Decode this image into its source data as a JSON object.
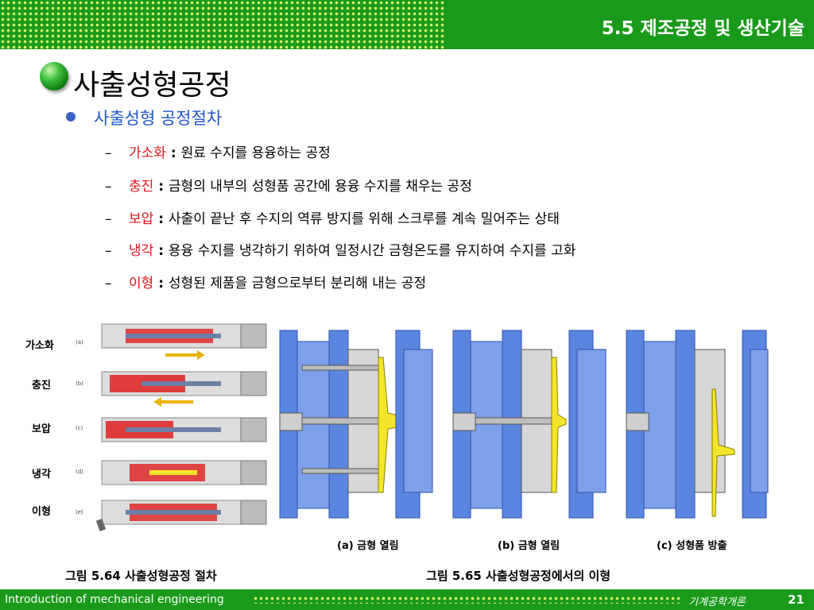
{
  "header": {
    "section_title": "5.5 제조공정 및 생산기술"
  },
  "page_title": "사출성형공정",
  "bullet": {
    "main": "사출성형 공정절차"
  },
  "steps": [
    {
      "term": "가소화",
      "desc": "원료 수지를 용융하는 공정"
    },
    {
      "term": "충진",
      "desc": "금형의 내부의 성형품 공간에 용융 수지를 채우는 공정"
    },
    {
      "term": "보압",
      "desc": "사출이 끝난 후 수지의 역류 방지를 위해 스크루를 계속 밀어주는 상태"
    },
    {
      "term": "냉각",
      "desc": "용융 수지를 냉각하기 위하여 일정시간 금형온도를 유지하여 수지를 고화"
    },
    {
      "term": "이형",
      "desc": "성형된 제품을 금형으로부터 분리해 내는 공정"
    }
  ],
  "stage_labels": [
    "가소화",
    "충진",
    "보압",
    "냉각",
    "이형"
  ],
  "stage_letters": [
    "(a)",
    "(b)",
    "(c)",
    "(d)",
    "(e)"
  ],
  "mold_captions": [
    "(a) 금형 열림",
    "(b) 금형 열림",
    "(c) 성형품 방출"
  ],
  "figure_captions": {
    "left": "그림 5.64  사출성형공정 절차",
    "right": "그림 5.65 사출성형공정에서의 이형"
  },
  "footer": {
    "left": "Introduction of mechanical engineering",
    "right": "기계공학개론",
    "page": "21"
  },
  "colors": {
    "header_green": "#1a9a1a",
    "term_red": "#e0151b",
    "bullet_blue": "#1e55c8",
    "mold_blue": "#5b86e0",
    "part_yellow": "#f3e62a"
  }
}
